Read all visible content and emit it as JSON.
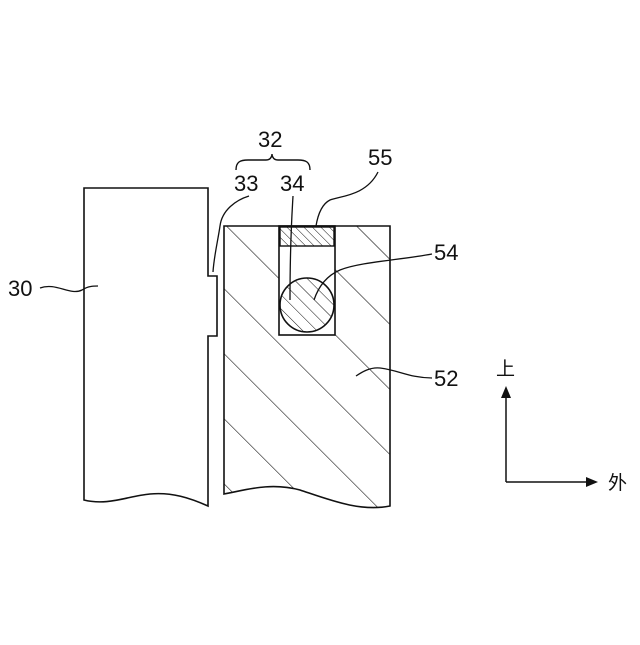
{
  "labels": {
    "group": "32",
    "groove": "33",
    "recess": "34",
    "cap": "55",
    "ball": "54",
    "body": "52",
    "member": "30"
  },
  "axes": {
    "up": "上",
    "out": "外"
  }
}
